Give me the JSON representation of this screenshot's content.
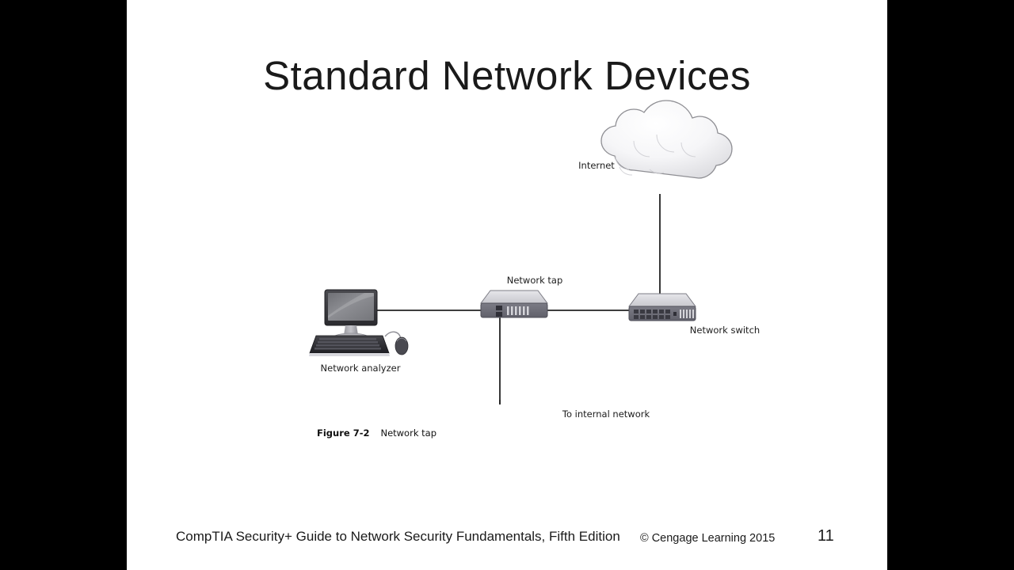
{
  "slide": {
    "title": "Standard Network Devices",
    "background_color": "#ffffff",
    "letterbox_color": "#000000"
  },
  "diagram": {
    "labels": {
      "internet": "Internet",
      "network_tap": "Network tap",
      "network_switch": "Network switch",
      "network_analyzer": "Network analyzer",
      "internal_network": "To internal network"
    },
    "figure": {
      "number": "Figure 7-2",
      "caption": "Network tap"
    },
    "nodes": [
      {
        "name": "internet-cloud",
        "label": "Internet"
      },
      {
        "name": "network-switch",
        "label": "Network switch"
      },
      {
        "name": "network-tap",
        "label": "Network tap"
      },
      {
        "name": "network-analyzer",
        "label": "Network analyzer"
      },
      {
        "name": "internal-network-endpoint",
        "label": "To internal network"
      }
    ],
    "connections": [
      {
        "from": "internet-cloud",
        "to": "network-switch"
      },
      {
        "from": "network-switch",
        "to": "network-tap"
      },
      {
        "from": "network-tap",
        "to": "network-analyzer"
      },
      {
        "from": "network-tap",
        "to": "internal-network-endpoint"
      }
    ],
    "colors": {
      "line": "#222222",
      "device_top": "#d8d8dc",
      "device_front": "#6e6e78",
      "cloud_fill": "#f2f2f4",
      "cloud_stroke": "#8a8a8a",
      "monitor_bezel": "#3a3a3e",
      "screen": "#8f9095"
    }
  },
  "footer": {
    "book_title": "CompTIA Security+ Guide to Network Security Fundamentals, Fifth Edition",
    "copyright": "© Cengage Learning  2015",
    "page_number": "11"
  }
}
